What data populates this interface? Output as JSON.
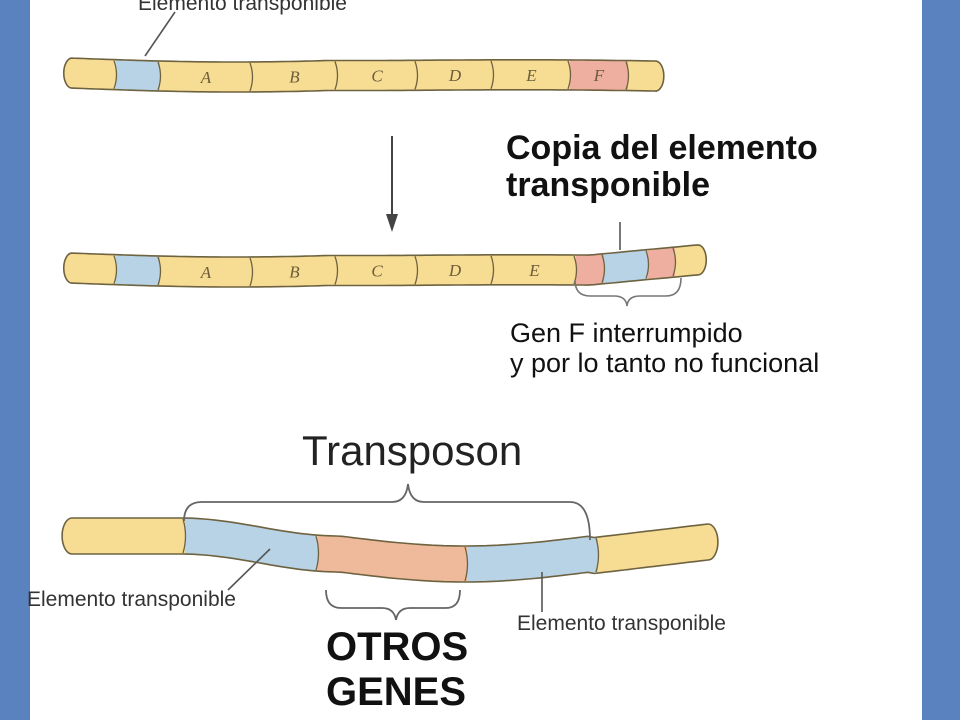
{
  "colors": {
    "side_band": "#5a82bf",
    "background": "#ffffff",
    "gene_segment": "#f7dc94",
    "transposable_element": "#b8d2e6",
    "gene_f": "#eeaea0",
    "otros_genes": "#efb99b",
    "outline": "#6e6340"
  },
  "labels": {
    "top_element": "Elemento transponible",
    "copy_title": "Copia del elemento\ntransponible",
    "gene_f_note": "Gen F interrumpido\ny por lo tanto no funcional",
    "transposon": "Transposon",
    "bottom_left_element": "Elemento transponible",
    "bottom_right_element": "Elemento transponible",
    "otros_genes": "OTROS\nGENES"
  },
  "chromosome_1": {
    "genes": [
      "A",
      "B",
      "C",
      "D",
      "E",
      "F"
    ]
  },
  "chromosome_2": {
    "genes": [
      "A",
      "B",
      "C",
      "D",
      "E"
    ]
  }
}
